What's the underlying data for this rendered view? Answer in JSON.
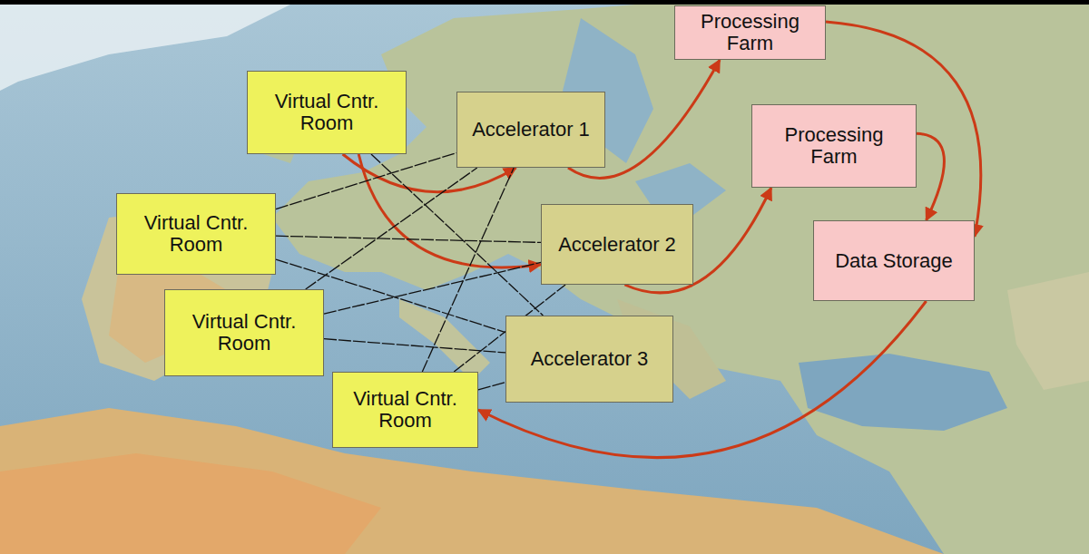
{
  "diagram": {
    "nodes": [
      {
        "text": [
          "Virtual Cntr. Room"
        ]
      },
      {
        "text": [
          "Accelerator 1"
        ]
      },
      {
        "text": [
          "Processing Farm"
        ]
      },
      {
        "text": [
          "Processing Farm"
        ]
      },
      {
        "text": [
          "Virtual Cntr. Room"
        ]
      },
      {
        "text": [
          "Accelerator 2"
        ]
      },
      {
        "text": [
          "Data Storage"
        ]
      },
      {
        "text": [
          "Virtual Cntr. Room"
        ]
      },
      {
        "text": [
          "Accelerator 3"
        ]
      },
      {
        "text": [
          "Virtual Cntr. Room"
        ]
      }
    ],
    "edges": [
      {
        "from": 0,
        "to": 1,
        "arrow": "to"
      },
      {
        "from": 0,
        "to": 5,
        "arrow": "to"
      },
      {
        "from": 1,
        "to": 2,
        "arrow": "to"
      },
      {
        "from": 5,
        "to": 3,
        "arrow": "to"
      },
      {
        "from": 2,
        "to": 6,
        "arrow": "to"
      },
      {
        "from": 3,
        "to": 6,
        "arrow": "to"
      },
      {
        "from": 6,
        "to": 9,
        "arrow": "to"
      },
      {
        "from": 0,
        "to": 8,
        "arrow": "none"
      },
      {
        "from": 4,
        "to": 1,
        "arrow": "none"
      },
      {
        "from": 4,
        "to": 5,
        "arrow": "none"
      },
      {
        "from": 4,
        "to": 8,
        "arrow": "none"
      },
      {
        "from": 7,
        "to": 1,
        "arrow": "none"
      },
      {
        "from": 7,
        "to": 5,
        "arrow": "none"
      },
      {
        "from": 7,
        "to": 8,
        "arrow": "none"
      },
      {
        "from": 9,
        "to": 1,
        "arrow": "none"
      },
      {
        "from": 9,
        "to": 5,
        "arrow": "none"
      },
      {
        "from": 9,
        "to": 8,
        "arrow": "none"
      }
    ]
  }
}
